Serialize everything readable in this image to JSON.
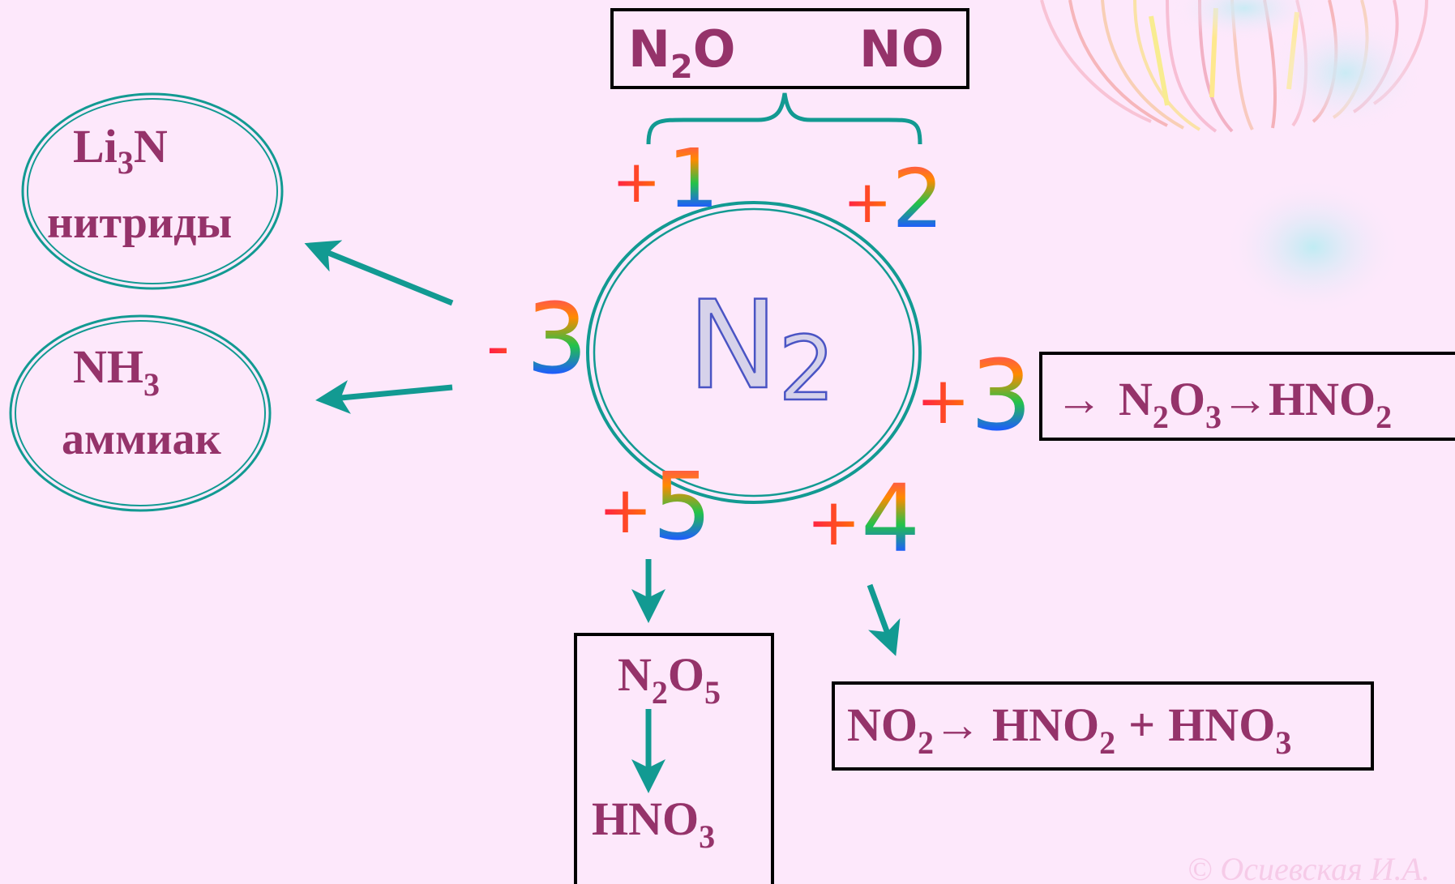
{
  "center": {
    "symbol": "N",
    "subscript": "2"
  },
  "oxidation_states": {
    "minus3": {
      "sign": "-",
      "digit": "3"
    },
    "plus1": {
      "sign": "+",
      "digit": "1"
    },
    "plus2": {
      "sign": "+",
      "digit": "2"
    },
    "plus3": {
      "sign": "+",
      "digit": "3"
    },
    "plus4": {
      "sign": "+",
      "digit": "4"
    },
    "plus5": {
      "sign": "+",
      "digit": "5"
    }
  },
  "top_box": {
    "n2o": {
      "base": "N",
      "sub": "2",
      "tail": "O"
    },
    "no": "NO"
  },
  "nitrides": {
    "formula": {
      "base": "Li",
      "sub": "3",
      "tail": "N"
    },
    "label": "нитриды"
  },
  "ammonia": {
    "formula": {
      "base": "NH",
      "sub": "3"
    },
    "label": "аммиак"
  },
  "plus3_box": {
    "arrow": "→",
    "n2o3": {
      "a": "N",
      "a_sub": "2",
      "b": "O",
      "b_sub": "3"
    },
    "arrow2": "→",
    "hno2": {
      "base": "HNO",
      "sub": "2"
    }
  },
  "plus5_box": {
    "n2o5": {
      "a": "N",
      "a_sub": "2",
      "b": "O",
      "b_sub": "5"
    },
    "hno3": {
      "base": "HNO",
      "sub": "3"
    }
  },
  "plus4_box": {
    "no2": {
      "base": "NO",
      "sub": "2"
    },
    "arrow": "→",
    "hno2": {
      "base": "HNO",
      "sub": "2"
    },
    "plus": "+",
    "hno3": {
      "base": "HNO",
      "sub": "3"
    }
  },
  "watermark": "© Осиевская И.А.",
  "colors": {
    "background": "#fde8fb",
    "formula": "#95336a",
    "teal": "#129a92",
    "center_fill": "#d6d2ea",
    "center_stroke": "#4a54c4"
  }
}
